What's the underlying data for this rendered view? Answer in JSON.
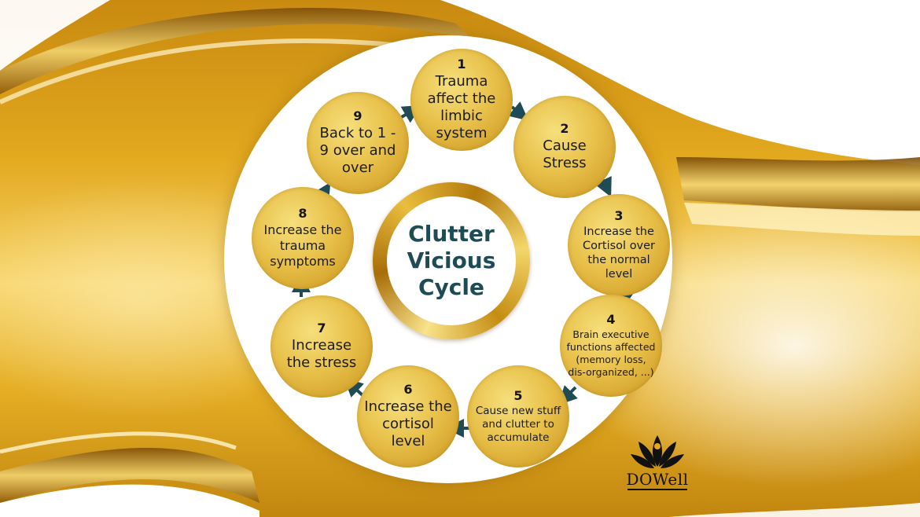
{
  "title": "Clutter Vicious Cycle",
  "steps": [
    {
      "num": "1",
      "text": "Trauma affect the limbic system"
    },
    {
      "num": "2",
      "text": "Cause Stress"
    },
    {
      "num": "3",
      "text": "Increase the Cortisol over the normal level"
    },
    {
      "num": "4",
      "text": "Brain executive functions affected (memory loss, dis-organized, ...)"
    },
    {
      "num": "5",
      "text": "Cause new stuff and clutter to accumulate"
    },
    {
      "num": "6",
      "text": "Increase the cortisol level"
    },
    {
      "num": "7",
      "text": "Increase the stress"
    },
    {
      "num": "8",
      "text": "Increase the trauma symptoms"
    },
    {
      "num": "9",
      "text": "Back to 1 - 9 over and over"
    }
  ],
  "logo": {
    "text": "DOWell"
  },
  "colors": {
    "gold": "#e8c14b",
    "arrow": "#1f4b55",
    "title": "#1f4b55"
  }
}
